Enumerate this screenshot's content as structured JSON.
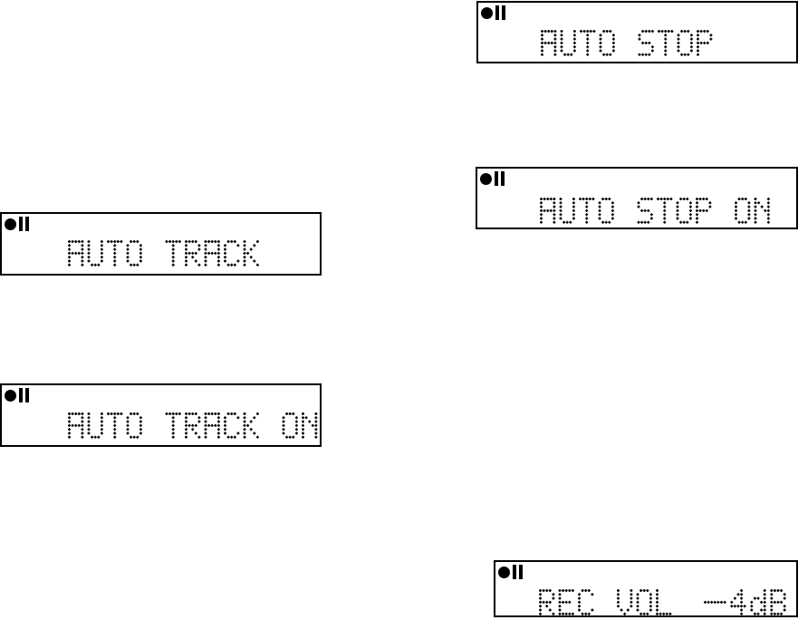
{
  "colors": {
    "ink": "#000000",
    "panel_background": "#ffffff",
    "page_background": "#ffffff"
  },
  "display_panels": {
    "auto_stop": {
      "indicator": "rec-pause",
      "text": "AUTO STOP"
    },
    "auto_stop_on": {
      "indicator": "rec-pause",
      "text": "AUTO STOP ON"
    },
    "auto_track": {
      "indicator": "rec-pause",
      "text": "AUTO TRACK"
    },
    "auto_track_on": {
      "indicator": "rec-pause",
      "text": "AUTO TRACK ON"
    },
    "rec_vol": {
      "indicator": "rec-pause",
      "text": "REC VOL",
      "value": "-4dB"
    }
  }
}
